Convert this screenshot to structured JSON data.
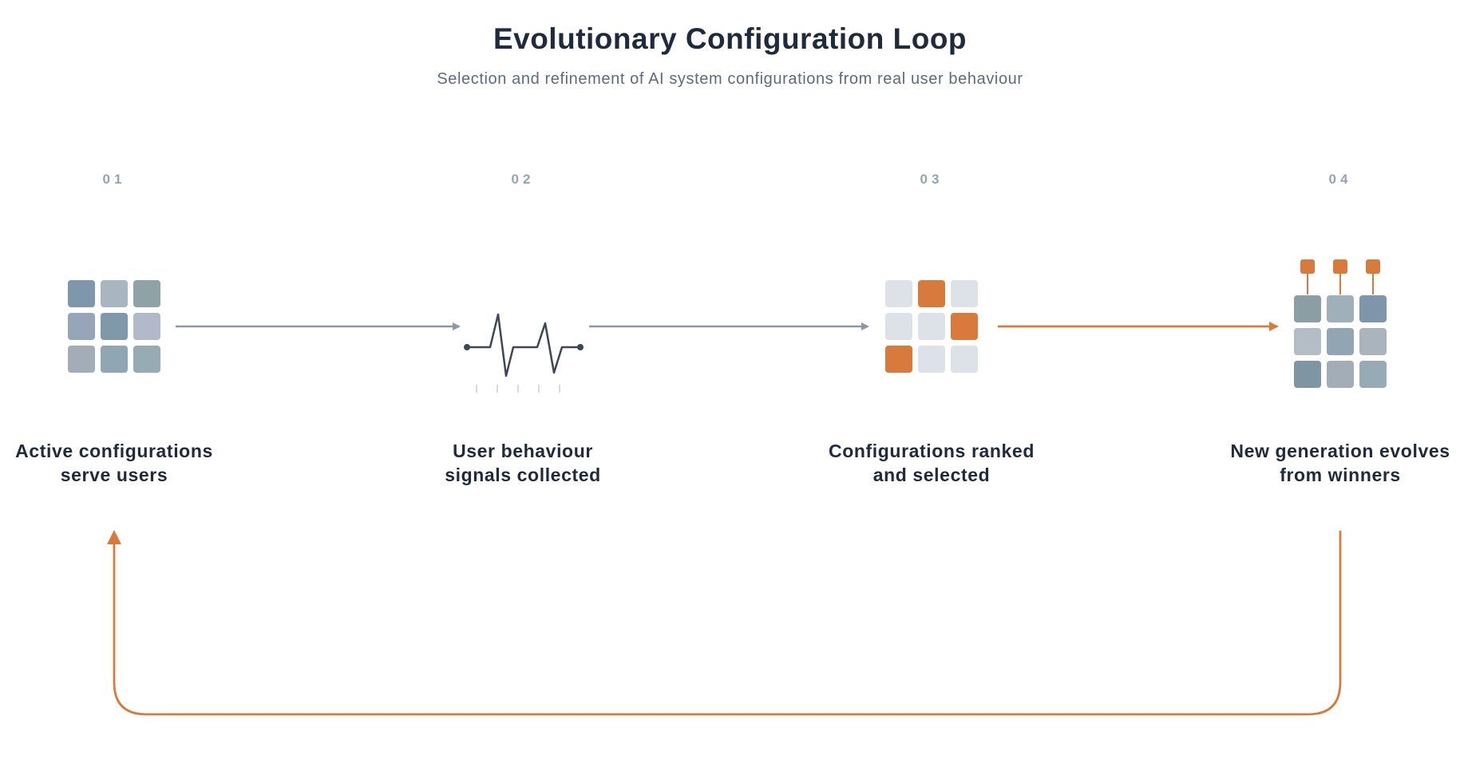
{
  "title": "Evolutionary Configuration Loop",
  "subtitle": "Selection and refinement of AI system configurations from real user behaviour",
  "colors": {
    "accent": "#d97a3d",
    "connector": "#8a97aa",
    "text_dark": "#1f2a3c",
    "text_muted": "#97a3b4",
    "cell_muted": "#dde2e8"
  },
  "steps": [
    {
      "number": "01",
      "label_line1": "Active configurations",
      "label_line2": "serve users",
      "icon": "configuration-grid-icon"
    },
    {
      "number": "02",
      "label_line1": "User behaviour",
      "label_line2": "signals collected",
      "icon": "signal-waveform-icon"
    },
    {
      "number": "03",
      "label_line1": "Configurations ranked",
      "label_line2": "and selected",
      "icon": "ranked-grid-icon"
    },
    {
      "number": "04",
      "label_line1": "New generation evolves",
      "label_line2": "from winners",
      "icon": "evolved-grid-icon"
    }
  ],
  "connectors": [
    {
      "from": "01",
      "to": "02",
      "style": "muted"
    },
    {
      "from": "02",
      "to": "03",
      "style": "muted"
    },
    {
      "from": "03",
      "to": "04",
      "style": "accent"
    },
    {
      "from": "04",
      "to": "01",
      "style": "accent-loop"
    }
  ]
}
